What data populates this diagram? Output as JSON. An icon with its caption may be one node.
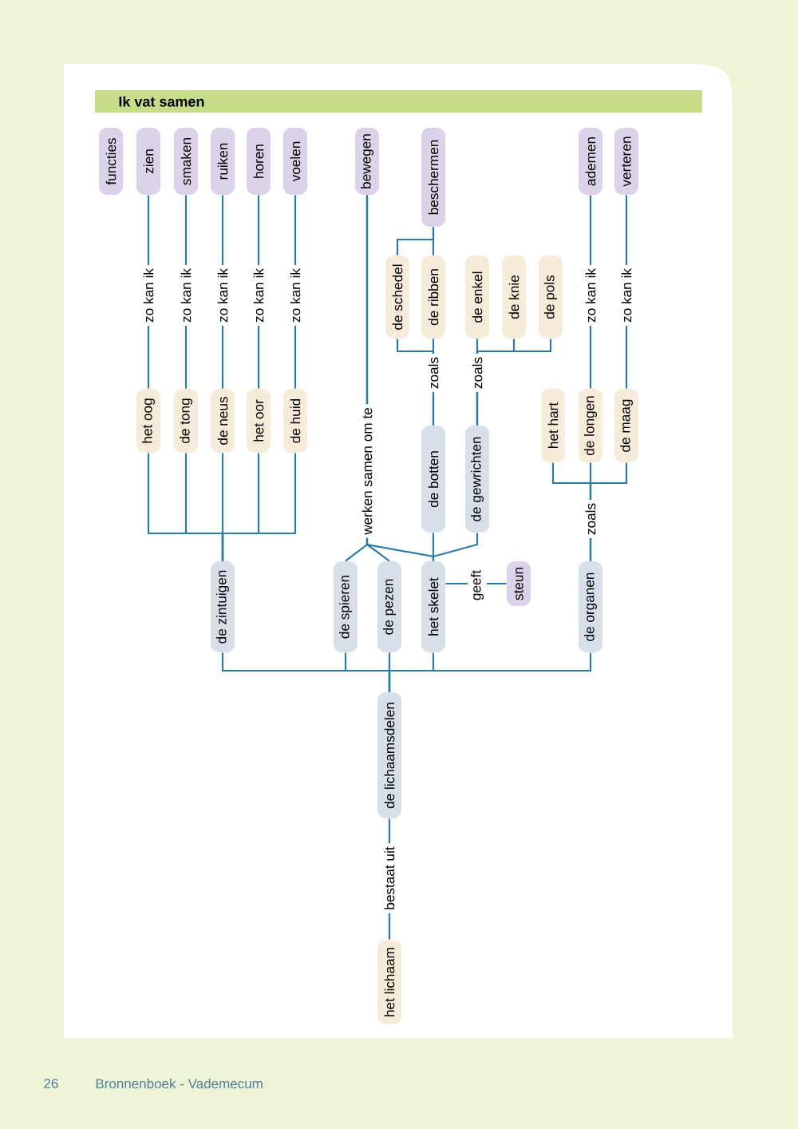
{
  "diagram": {
    "title": "Ik vat samen",
    "nodes": [
      {
        "text": [
          "functies"
        ]
      },
      {
        "text": [
          "zien"
        ]
      },
      {
        "text": [
          "smaken"
        ]
      },
      {
        "text": [
          "ruiken"
        ]
      },
      {
        "text": [
          "horen"
        ]
      },
      {
        "text": [
          "voelen"
        ]
      },
      {
        "text": [
          "bewegen"
        ]
      },
      {
        "text": [
          "beschermen"
        ]
      },
      {
        "text": [
          "ademen"
        ]
      },
      {
        "text": [
          "verteren"
        ]
      },
      {
        "text": [
          "de schedel"
        ]
      },
      {
        "text": [
          "de ribben"
        ]
      },
      {
        "text": [
          "de enkel"
        ]
      },
      {
        "text": [
          "de knie"
        ]
      },
      {
        "text": [
          "de pols"
        ]
      },
      {
        "text": [
          "het oog"
        ]
      },
      {
        "text": [
          "de tong"
        ]
      },
      {
        "text": [
          "de neus"
        ]
      },
      {
        "text": [
          "het oor"
        ]
      },
      {
        "text": [
          "de huid"
        ]
      },
      {
        "text": [
          "het hart"
        ]
      },
      {
        "text": [
          "de longen"
        ]
      },
      {
        "text": [
          "de maag"
        ]
      },
      {
        "text": [
          "de botten"
        ]
      },
      {
        "text": [
          "de gewrichten"
        ]
      },
      {
        "text": [
          "de zintuigen"
        ]
      },
      {
        "text": [
          "de spieren"
        ]
      },
      {
        "text": [
          "de pezen"
        ]
      },
      {
        "text": [
          "het skelet"
        ]
      },
      {
        "text": [
          "steun"
        ]
      },
      {
        "text": [
          "de organen"
        ]
      },
      {
        "text": [
          "de lichaamsdelen"
        ]
      },
      {
        "text": [
          "het lichaam"
        ]
      }
    ],
    "edges": [
      {
        "from": 32,
        "to": 31,
        "arrow": "none",
        "label": "bestaat uit"
      },
      {
        "from": 31,
        "to": 25,
        "arrow": "none"
      },
      {
        "from": 31,
        "to": 26,
        "arrow": "none"
      },
      {
        "from": 31,
        "to": 27,
        "arrow": "none"
      },
      {
        "from": 31,
        "to": 28,
        "arrow": "none"
      },
      {
        "from": 31,
        "to": 30,
        "arrow": "none"
      },
      {
        "from": 25,
        "to": 15,
        "arrow": "none"
      },
      {
        "from": 25,
        "to": 16,
        "arrow": "none"
      },
      {
        "from": 25,
        "to": 17,
        "arrow": "none"
      },
      {
        "from": 25,
        "to": 18,
        "arrow": "none"
      },
      {
        "from": 25,
        "to": 19,
        "arrow": "none"
      },
      {
        "from": 15,
        "to": 1,
        "arrow": "none",
        "label": "zo kan ik"
      },
      {
        "from": 16,
        "to": 2,
        "arrow": "none",
        "label": "zo kan ik"
      },
      {
        "from": 17,
        "to": 3,
        "arrow": "none",
        "label": "zo kan ik"
      },
      {
        "from": 18,
        "to": 4,
        "arrow": "none",
        "label": "zo kan ik"
      },
      {
        "from": 19,
        "to": 5,
        "arrow": "none",
        "label": "zo kan ik"
      },
      {
        "from": 26,
        "to": 6,
        "arrow": "none",
        "label": "werken samen om te"
      },
      {
        "from": 27,
        "to": 6,
        "arrow": "none"
      },
      {
        "from": 28,
        "to": 6,
        "arrow": "none"
      },
      {
        "from": 28,
        "to": 23,
        "arrow": "none"
      },
      {
        "from": 28,
        "to": 24,
        "arrow": "none"
      },
      {
        "from": 28,
        "to": 29,
        "arrow": "none",
        "label": "geeft"
      },
      {
        "from": 23,
        "to": 10,
        "arrow": "none"
      },
      {
        "from": 23,
        "to": 11,
        "arrow": "none",
        "label": "zoals"
      },
      {
        "from": 10,
        "to": 7,
        "arrow": "none"
      },
      {
        "from": 11,
        "to": 7,
        "arrow": "none"
      },
      {
        "from": 24,
        "to": 12,
        "arrow": "none",
        "label": "zoals"
      },
      {
        "from": 24,
        "to": 13,
        "arrow": "none"
      },
      {
        "from": 24,
        "to": 14,
        "arrow": "none"
      },
      {
        "from": 30,
        "to": 20,
        "arrow": "none"
      },
      {
        "from": 30,
        "to": 21,
        "arrow": "none",
        "label": "zoals"
      },
      {
        "from": 30,
        "to": 22,
        "arrow": "none"
      },
      {
        "from": 21,
        "to": 8,
        "arrow": "none",
        "label": "zo kan ik"
      },
      {
        "from": 22,
        "to": 9,
        "arrow": "none",
        "label": "zo kan ik"
      }
    ],
    "labels": [
      "26",
      "Bronnenboek - Vademecum"
    ]
  }
}
